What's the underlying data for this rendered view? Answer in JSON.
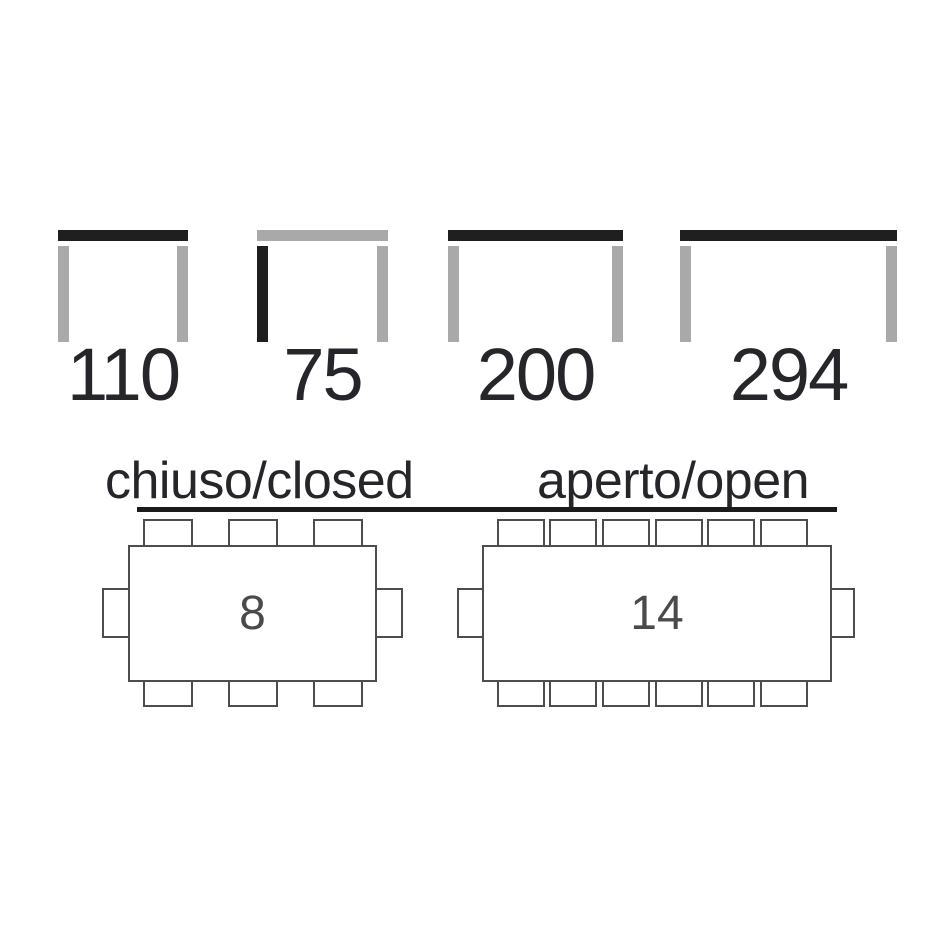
{
  "dimension_diagrams": {
    "items": [
      {
        "value": "110",
        "highlighted_part": "top-width"
      },
      {
        "value": "75",
        "highlighted_part": "left-leg-height"
      },
      {
        "value": "200",
        "highlighted_part": "top-width"
      },
      {
        "value": "294",
        "highlighted_part": "top-width"
      }
    ]
  },
  "seating_plans": {
    "closed": {
      "label": "chiuso/closed",
      "seats": "8",
      "chairs_long_side": 3,
      "chairs_short_side": 1
    },
    "open": {
      "label": "aperto/open",
      "seats": "14",
      "chairs_long_side": 6,
      "chairs_short_side": 1
    }
  },
  "colors": {
    "highlight_dark": "#1f1f1f",
    "frame_gray": "#a9a9a9",
    "plan_outline": "#4d4d4d",
    "label_text": "#26262a",
    "seat_number_text": "#4a4a4a",
    "divider_black": "#1b1b1b"
  }
}
